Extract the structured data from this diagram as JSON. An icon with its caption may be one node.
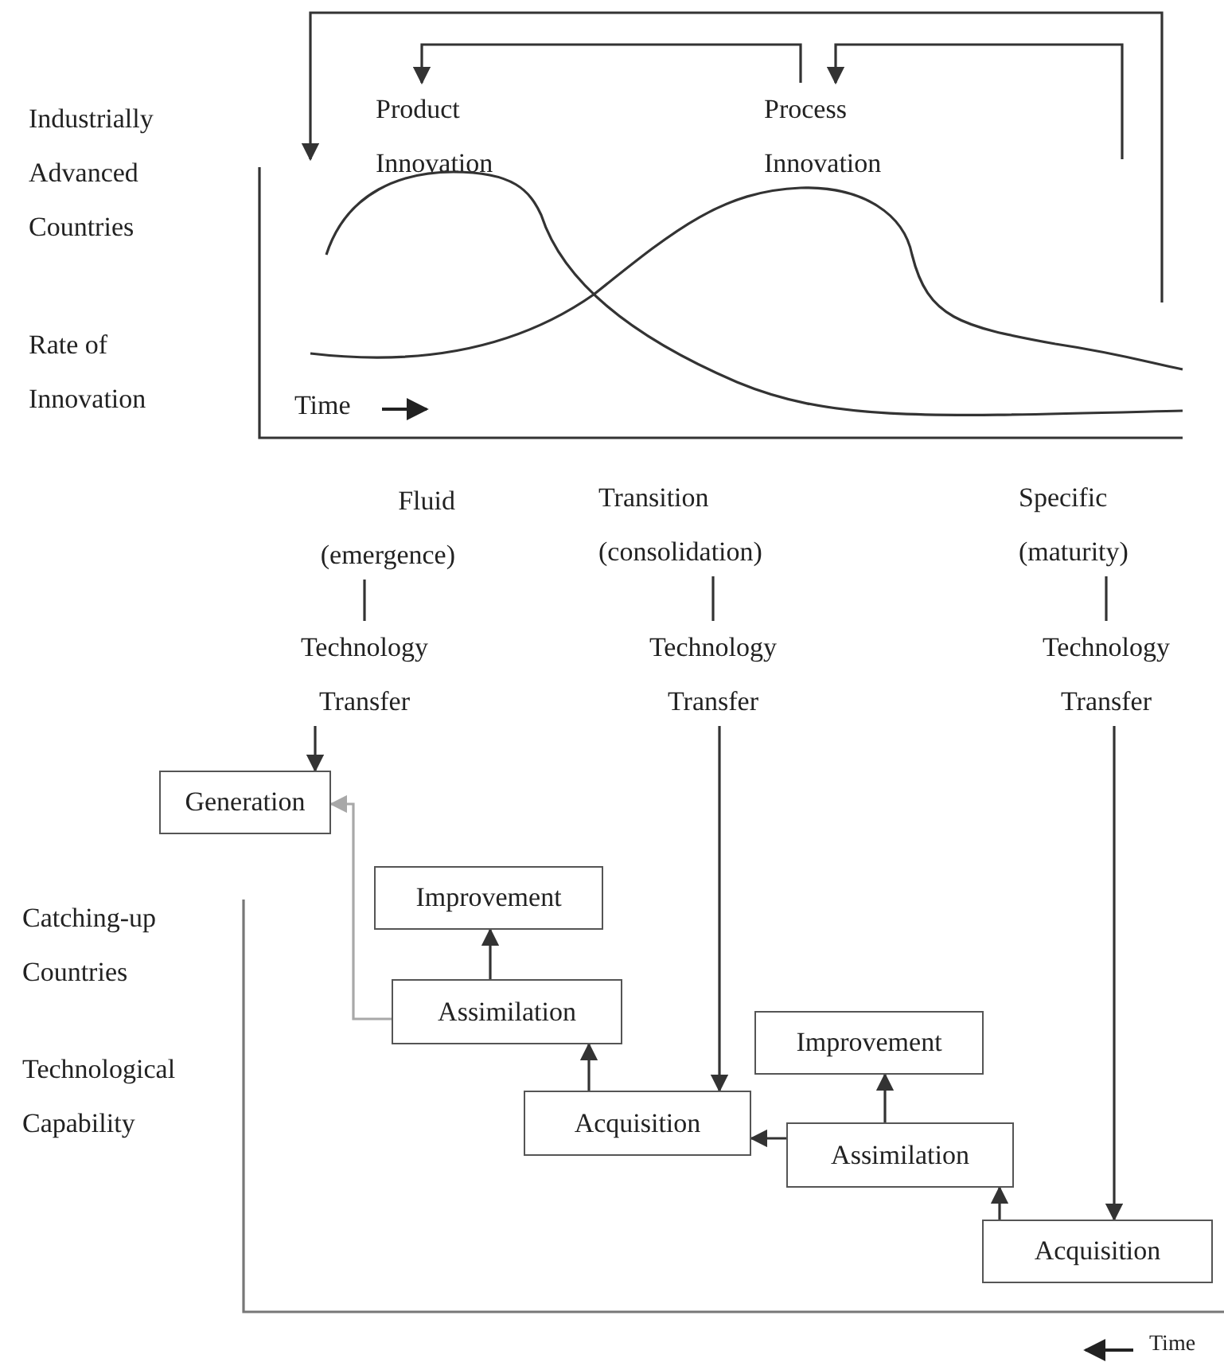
{
  "diagram": {
    "nodes": [
      {
        "text": [
          "Product Innovation"
        ]
      },
      {
        "text": [
          "Process Innovation"
        ]
      },
      {
        "text": [],
        "shape": "chart"
      },
      {
        "text": [
          "Fluid (emergence)"
        ]
      },
      {
        "text": [
          "Technology Transfer"
        ]
      },
      {
        "text": [
          "Transition (consolidation)"
        ]
      },
      {
        "text": [
          "Technology Transfer"
        ]
      },
      {
        "text": [
          "Specific (maturity)"
        ]
      },
      {
        "text": [
          "Technology Transfer"
        ]
      },
      {
        "text": [
          "Generation"
        ]
      },
      {
        "text": [
          "Improvement"
        ]
      },
      {
        "text": [
          "Assimilation"
        ]
      },
      {
        "text": [
          "Acquisition"
        ]
      },
      {
        "text": [
          "Improvement"
        ]
      },
      {
        "text": [
          "Assimilation"
        ]
      },
      {
        "text": [
          "Acquisition"
        ]
      }
    ],
    "edges": [
      {
        "from": 1,
        "to": 0,
        "arrow": "to"
      },
      {
        "from": 2,
        "to": 1,
        "arrow": "to"
      },
      {
        "from": null,
        "to": 2,
        "arrow": "to"
      },
      {
        "from": 3,
        "to": 4,
        "arrow": "none"
      },
      {
        "from": 5,
        "to": 6,
        "arrow": "none"
      },
      {
        "from": 7,
        "to": 8,
        "arrow": "none"
      },
      {
        "from": 4,
        "to": 9,
        "arrow": "to"
      },
      {
        "from": 11,
        "to": 10,
        "arrow": "to"
      },
      {
        "from": 12,
        "to": 11,
        "arrow": "to"
      },
      {
        "from": 6,
        "to": 12,
        "arrow": "to"
      },
      {
        "from": 14,
        "to": 13,
        "arrow": "to"
      },
      {
        "from": 14,
        "to": 12,
        "arrow": "to"
      },
      {
        "from": 15,
        "to": 14,
        "arrow": "to"
      },
      {
        "from": 8,
        "to": 15,
        "arrow": "to"
      },
      {
        "from": 11,
        "to": 9,
        "arrow": "to",
        "color": "#a8a8a8"
      }
    ],
    "labels": [
      "Industrially Advanced Countries",
      "Rate of Innovation",
      "Time",
      "Catching-up Countries",
      "Technological Capability",
      "Time"
    ]
  }
}
